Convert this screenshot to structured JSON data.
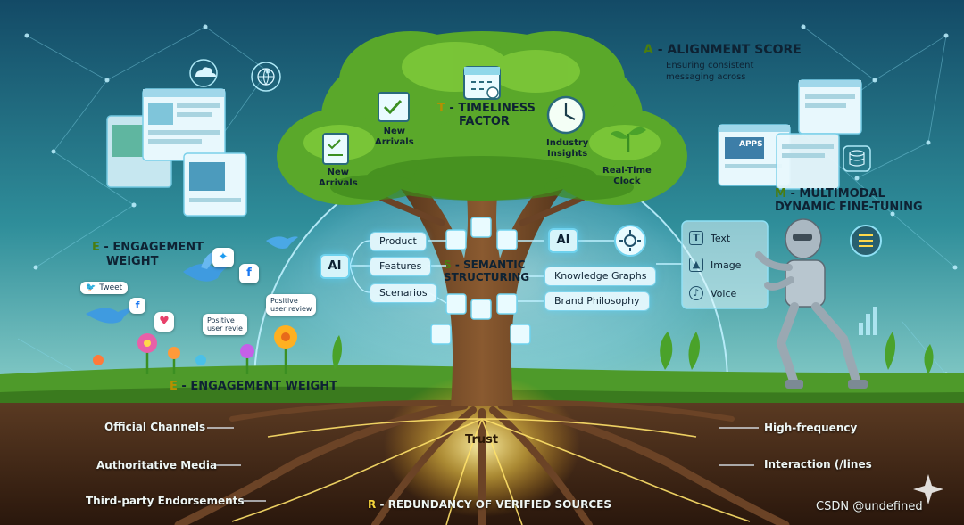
{
  "acrostic": {
    "alignment": {
      "key": "A",
      "title": "- ALIGNMENT SCORE",
      "desc_line1": "Ensuring consistent",
      "desc_line2": "messaging across"
    },
    "timeliness": {
      "key": "T",
      "title_line1": "- TIMELINESS",
      "title_line2": "FACTOR"
    },
    "multimodal": {
      "key": "M",
      "title_line1": "- MULTIMODAL",
      "title_line2": "DYNAMIC FINE-TUNING"
    },
    "engagement_top": {
      "key": "E",
      "title_line1": "- ENGAGEMENT",
      "title_line2": "WEIGHT"
    },
    "engagement_bottom": {
      "key": "E",
      "title": "- ENGAGEMENT WEIGHT"
    },
    "semantic": {
      "key": "S",
      "title_line1": "- SEMANTIC",
      "title_line2": "STRUCTURING"
    },
    "redundancy": {
      "key": "R",
      "title": "- REDUNDANCY OF VERIFIED SOURCES"
    }
  },
  "canopy": {
    "new_arrivals_upper": {
      "line1": "New",
      "line2": "Arrivals"
    },
    "new_arrivals_lower": {
      "line1": "New",
      "line2": "Arrivals"
    },
    "industry_insights": {
      "line1": "Industry",
      "line2": "Insights"
    },
    "real_time_clock": {
      "line1": "Real-Time",
      "line2": "Clock"
    }
  },
  "semantic_left": {
    "ai_label": "AI",
    "items": [
      "Product",
      "Features",
      "Scenarios"
    ]
  },
  "semantic_right": {
    "ai_label": "AI",
    "items": [
      "Knowledge Graphs",
      "Brand Philosophy"
    ]
  },
  "multimodal_panel": {
    "items": [
      "Text",
      "Image",
      "Voice"
    ]
  },
  "apps_panel": {
    "label": "APPS"
  },
  "social": {
    "tweet": "Tweet",
    "review_a_line1": "Positive",
    "review_a_line2": "user revie",
    "review_b_line1": "Positive",
    "review_b_line2": "user review"
  },
  "roots": {
    "center": "Trust",
    "left": [
      "Official Channels",
      "Authoritative Media",
      "Third-party Endorsements"
    ],
    "right": [
      "High-frequency",
      "Interaction (/lines"
    ]
  },
  "watermark": "CSDN @undefined",
  "colors": {
    "leaf_green": "#4a7d10",
    "key_gold": "#b88f00",
    "glow_cyan": "#7fd4ec",
    "root_glow": "#ffd84a",
    "soil": "#4a2c18"
  }
}
